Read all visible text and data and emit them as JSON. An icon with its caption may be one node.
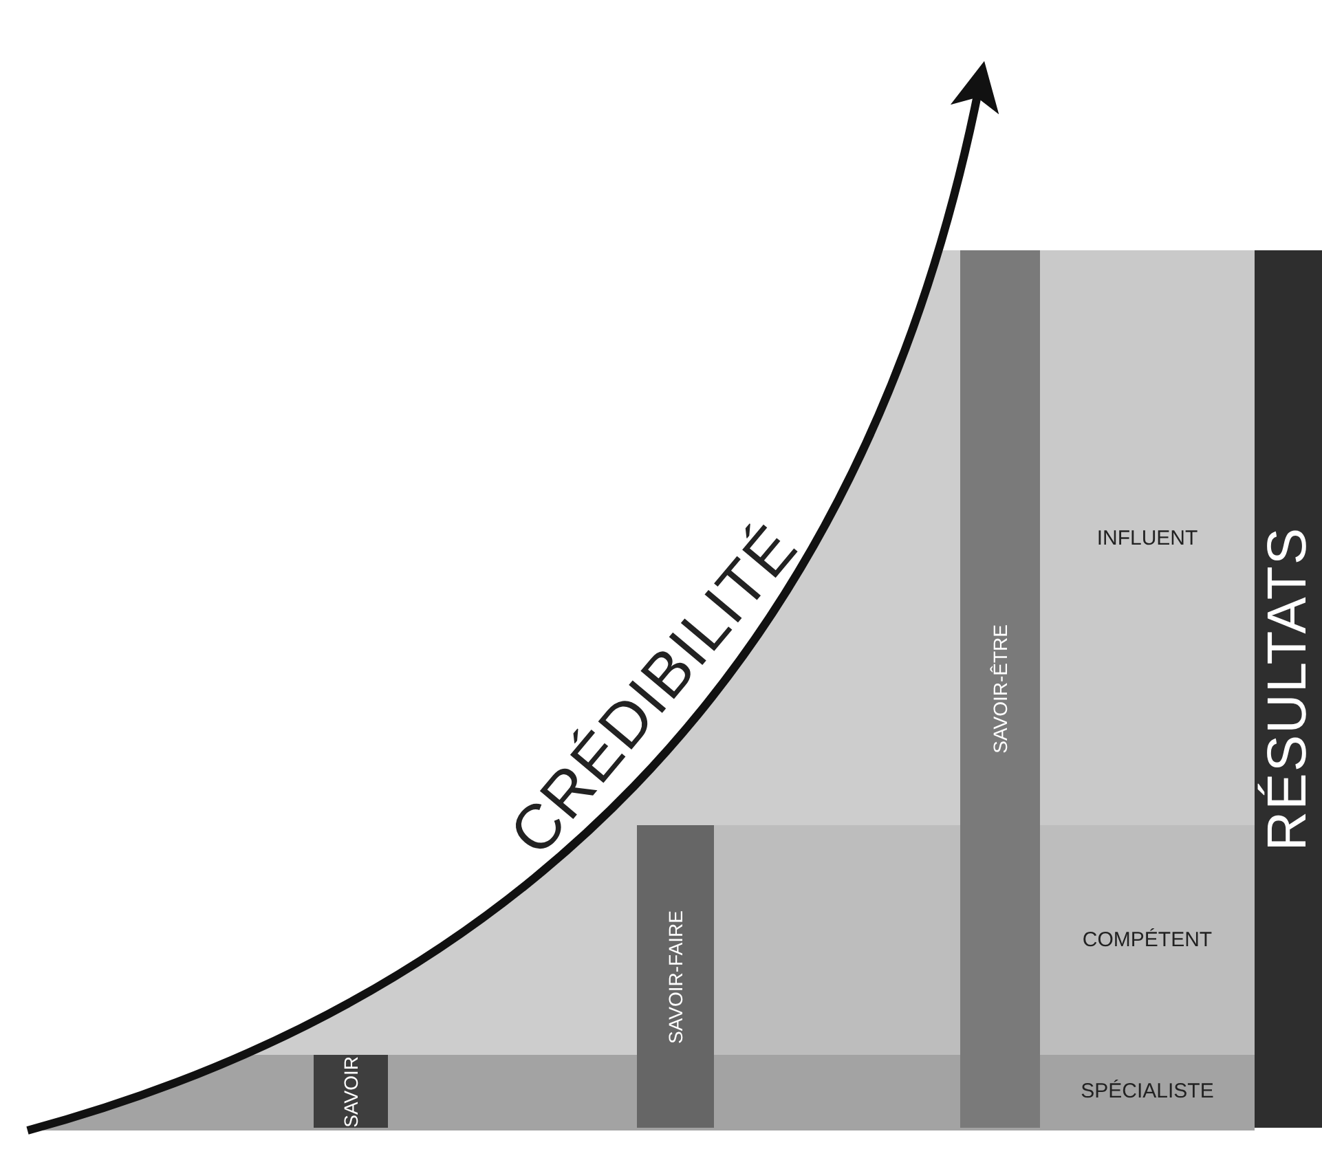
{
  "diagram": {
    "nodes": [
      {
        "text": [
          "SAVOIR"
        ]
      },
      {
        "text": [
          "SAVOIR-FAIRE"
        ]
      },
      {
        "text": [
          "SAVOIR-ÊTRE"
        ]
      },
      {
        "text": [
          "SPÉCIALISTE"
        ]
      },
      {
        "text": [
          "COMPÉTENT"
        ]
      },
      {
        "text": [
          "INFLUENT"
        ]
      },
      {
        "text": [
          "RÉSULTATS"
        ]
      }
    ],
    "labels": [
      "CRÉDIBILITÉ"
    ]
  }
}
